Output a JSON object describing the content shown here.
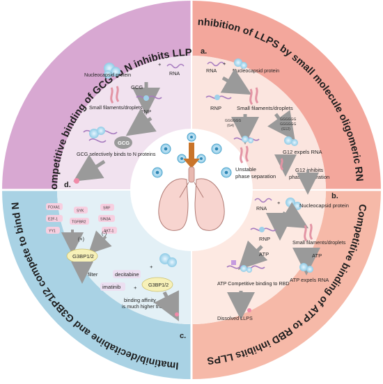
{
  "colors": {
    "quadrant_d": "#d8a8d2",
    "quadrant_a": "#f3a79c",
    "quadrant_c": "#a9d2e4",
    "quadrant_b": "#f6b9a8",
    "inner_d": "#f1e2ef",
    "inner_a": "#fbe5df",
    "inner_c": "#e3f0f6",
    "inner_b": "#fde9e2"
  },
  "titles": {
    "d": "Competitive binding of GCG to N inhibits LLPS",
    "a": "Inhibition of LLPS  by small molecule oligomeric RNA",
    "c": "Imatinib/decitabine and G3BP1/2 compete to bind N",
    "b": "Competitive binding of ATP to RBD inhibits LLPS"
  },
  "section_letters": {
    "a": "a.",
    "b": "b.",
    "c": "c.",
    "d": "d."
  },
  "panel_d": {
    "nucleocapsid": "Nucleocapsid protein",
    "plus": "+",
    "rna": "RNA",
    "gcg_arrow": "GCG",
    "filaments": "Small filaments/droplets",
    "rnp": "RNP",
    "gcg_label": "GCG",
    "note": "GCG selectively binds to N proteins"
  },
  "panel_a": {
    "rna": "RNA",
    "plus": "+",
    "nucleocapsid": "Nucleocapsid protein",
    "rnp": "RNP",
    "filaments": "Small filaments/droplets",
    "g4_seq": "GGGGGG",
    "g4": "(G4)",
    "g12_seq1": "GGGGGG",
    "g12_seq2": "GGGGGG",
    "g12": "(G12)",
    "unstable_1": "Unstable",
    "unstable_2": "phase separation",
    "expels": "G12 expels RNA",
    "inhibits_1": "G12 inhibits",
    "inhibits_2": "phase separation"
  },
  "panel_b": {
    "rna": "RNA",
    "plus": "+",
    "nucleocapsid": "Nucleocapsid protein",
    "rnp": "RNP",
    "filaments": "Small filaments/droplets",
    "atp_1": "ATP",
    "atp_2": "ATP",
    "atp_expels": "ATP expels RNA",
    "competitive": "ATP Competitive binding to RBD",
    "dissolved": "Dissolved LLPS"
  },
  "panel_c": {
    "foxa1": "FOXA1",
    "syk": "SYK",
    "srf": "SRF",
    "e2f1": "E2F-1",
    "tgfbr2": "TGFBR2",
    "sin3a": "SIN3A",
    "yy1": "YY1",
    "akt1": "AKT-1",
    "plus_sign": "(+)",
    "minus_sign": "(-)",
    "g3bp": "G3BP1/2",
    "filter": "filter",
    "decitabine": "decitabine",
    "imatinib": "imatinib",
    "plus": "+",
    "g3bp_right": "G3BP1/2",
    "affinity_1": "binding affinity",
    "affinity_2": "is much higher than N"
  }
}
